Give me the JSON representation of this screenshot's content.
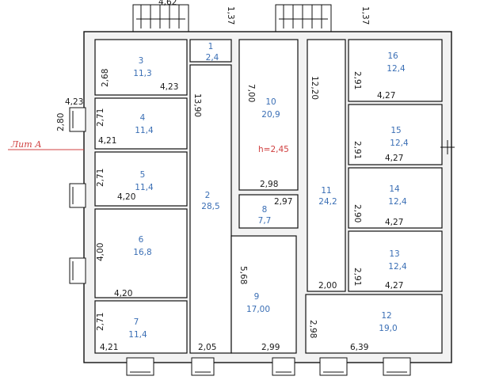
{
  "diagram": {
    "lit_label": "Лит А",
    "height_label": "h=2,45",
    "rooms": [
      {
        "num": "1",
        "area": "2,4"
      },
      {
        "num": "2",
        "area": "28,5"
      },
      {
        "num": "3",
        "area": "11,3"
      },
      {
        "num": "4",
        "area": "11,4"
      },
      {
        "num": "5",
        "area": "11,4"
      },
      {
        "num": "6",
        "area": "16,8"
      },
      {
        "num": "7",
        "area": "11,4"
      },
      {
        "num": "8",
        "area": "7,7"
      },
      {
        "num": "9",
        "area": "17,00"
      },
      {
        "num": "10",
        "area": "20,9"
      },
      {
        "num": "11",
        "area": "24,2"
      },
      {
        "num": "12",
        "area": "19,0"
      },
      {
        "num": "13",
        "area": "12,4"
      },
      {
        "num": "14",
        "area": "12,4"
      },
      {
        "num": "15",
        "area": "12,4"
      },
      {
        "num": "16",
        "area": "12,4"
      }
    ],
    "dimensions": [
      "4,62",
      "1,37",
      "1,37",
      "2,68",
      "4,23",
      "4,23",
      "2,71",
      "2,80",
      "4,21",
      "2,71",
      "4,20",
      "4,00",
      "4,20",
      "2,71",
      "4,21",
      "13,90",
      "2,05",
      "7,00",
      "2,98",
      "2,97",
      "5,68",
      "2,99",
      "12,20",
      "2,00",
      "2,98",
      "6,39",
      "2,91",
      "4,27",
      "2,91",
      "4,27",
      "2,90",
      "4,27",
      "2,91",
      "4,27"
    ]
  }
}
